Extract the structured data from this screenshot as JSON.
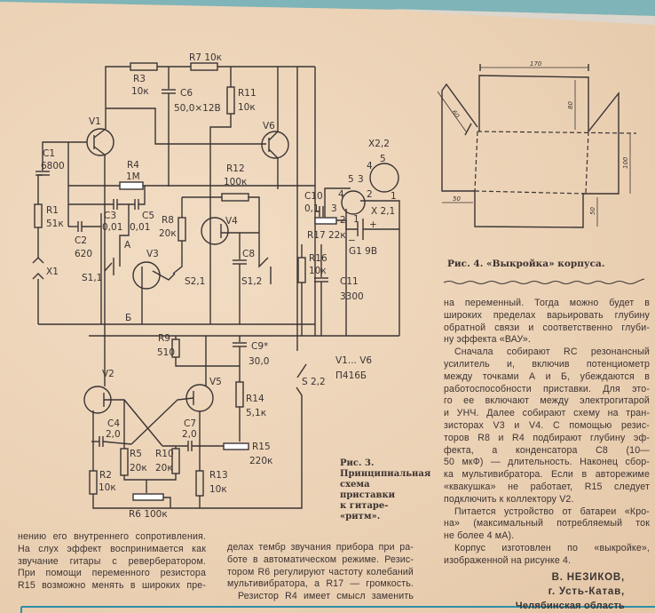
{
  "schematic": {
    "labels": {
      "r7": "R7 10к",
      "r3": "R3",
      "r3v": "10к",
      "c6": "C6",
      "c6v": "50,0×12В",
      "r11": "R11",
      "r11v": "10к",
      "v1": "V1",
      "v6": "V6",
      "c1": "C1",
      "c1v": "6800",
      "r4": "R4",
      "r4v": "1М",
      "r12": "R12",
      "r12v": "100к",
      "r1": "R1",
      "r1v": "51к",
      "c3": "C3",
      "c3v": "0,01",
      "c5": "C5",
      "c5v": "0,01",
      "c2": "C2",
      "c2v": "620",
      "r8": "R8",
      "r8v": "20к",
      "v4": "V4",
      "a": "А",
      "v3": "V3",
      "c8": "C8",
      "x1": "X1",
      "s11": "S1,1",
      "s21": "S2,1",
      "s12": "S1,2",
      "b": "Б",
      "c10": "C10",
      "c10v": "0,1",
      "r17": "R17 22к",
      "x22": "X2,2",
      "x21": "X 2,1",
      "g1": "G1 9В",
      "r16": "R16",
      "r16v": "10к",
      "c11": "C11",
      "c11v": "3300",
      "r9": "R9",
      "r9v": "510",
      "c9": "C9*",
      "c9v": "30,0",
      "vtype": "V1... V6",
      "vtypev": "П416Б",
      "s22": "S 2,2",
      "v2": "V2",
      "v5": "V5",
      "r14": "R14",
      "r14v": "5,1к",
      "c4": "C4",
      "c4v": "2,0",
      "c7": "C7",
      "c7v": "2,0",
      "r5": "R5",
      "r5v": "20к",
      "r10": "R10",
      "r10v": "20к",
      "r15": "R15",
      "r15v": "220к",
      "r2": "R2",
      "r2v": "10к",
      "r13": "R13",
      "r13v": "10к",
      "r6": "R6 100к",
      "p5": "5",
      "p4": "4",
      "p3": "3",
      "p2": "2",
      "p1": "1",
      "q5": "5",
      "q4": "4",
      "q3": "3",
      "q2": "2",
      "q1": "1",
      "plus": "+",
      "minus": "−"
    },
    "caption": [
      "Рис. 3.",
      "Принципиальная",
      "схема",
      "приставки",
      "к гитаре-",
      "«ритм»."
    ]
  },
  "figure4": {
    "dims": {
      "w": "170",
      "h1": "80",
      "flap": "60",
      "h2": "100",
      "b1": "50",
      "b2": "50"
    },
    "caption": "Рис. 4. «Выкройка» корпуса."
  },
  "right_column": [
    {
      "t": "на переменный. Тогда можно будет в"
    },
    {
      "t": "широких пределах варьировать глубину"
    },
    {
      "t": "обратной связи и соответственно глуби-"
    },
    {
      "t": "ну эффекта «ВАУ».",
      "last": true
    },
    {
      "t": "Сначала собирают RC резонансный",
      "ind": true
    },
    {
      "t": "усилитель и, включив потенциометр"
    },
    {
      "t": "между точками А и Б, убеждаются в"
    },
    {
      "t": "работоспособности приставки. Для это-"
    },
    {
      "t": "го ее включают между электрогитарой"
    },
    {
      "t": "и УНЧ. Далее собирают схему на тран-"
    },
    {
      "t": "зисторах V3 и V4. С помощью резис-"
    },
    {
      "t": "торов R8 и R4 подбирают глубину эф-"
    },
    {
      "t": "фекта, а конденсатора C8 (10—"
    },
    {
      "t": "50 мкФ) — длительность. Наконец сбор-"
    },
    {
      "t": "ка мультивибратора. Если в авторежиме"
    },
    {
      "t": "«квакушка» не работает, R15 следует"
    },
    {
      "t": "подключить к коллектору V2.",
      "last": true
    },
    {
      "t": "Питается устройство от батареи «Кро-",
      "ind": true
    },
    {
      "t": "на» (максимальный потребляемый ток"
    },
    {
      "t": "не более 4 мА).",
      "last": true
    },
    {
      "t": "Корпус изготовлен по «выкройке»,",
      "ind": true
    },
    {
      "t": "изображенной на рисунке 4.",
      "last": true
    }
  ],
  "left_column": [
    {
      "t": "нению его внутреннего сопротивления."
    },
    {
      "t": "На слух эффект воспринимается как"
    },
    {
      "t": "звучание гитары с ревербератором."
    },
    {
      "t": "При помощи переменного резистора"
    },
    {
      "t": "R15 возможно менять в широких пре-"
    }
  ],
  "middle_column": [
    {
      "t": "делах тембр звучания прибора при ра-"
    },
    {
      "t": "боте в автоматическом режиме. Резис-"
    },
    {
      "t": "тором R6 регулируют частоту колебаний"
    },
    {
      "t": "мультивибратора, а R17 — громкость.",
      "last": false
    },
    {
      "t": "Резистор R4 имеет смысл заменить",
      "ind": true
    }
  ],
  "author": {
    "name": "В. НЕЗИКОВ,",
    "city": "г. Усть-Катав,",
    "region": "Челябинская область"
  },
  "colors": {
    "paper": "#eed6bb",
    "ink": "#3a3434",
    "cover": "#7fb4b8"
  }
}
